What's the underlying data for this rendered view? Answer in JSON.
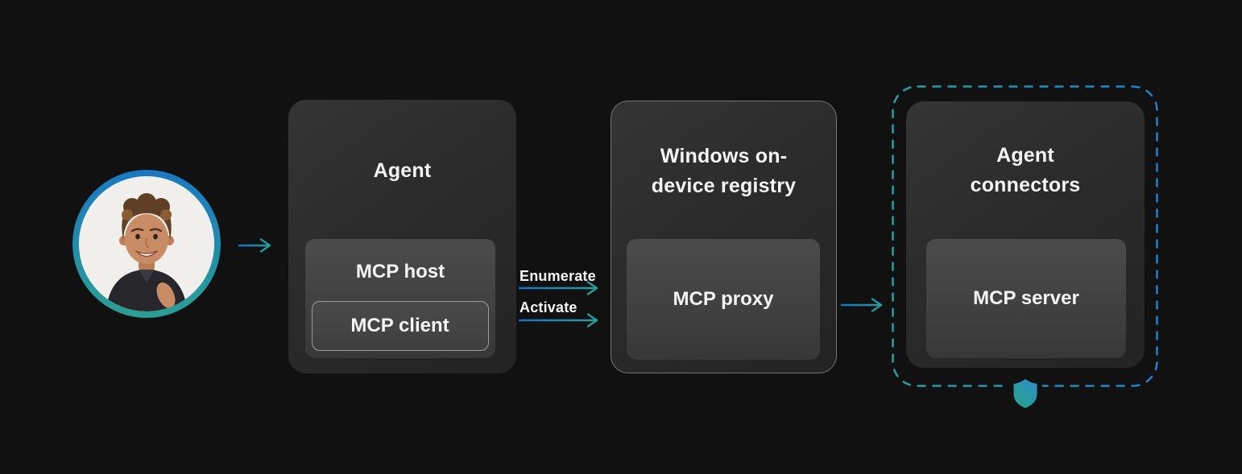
{
  "nodes": {
    "agent": {
      "title": "Agent",
      "host": "MCP host",
      "client": "MCP client"
    },
    "registry": {
      "title": "Windows on-device registry",
      "proxy": "MCP proxy"
    },
    "connectors": {
      "title": "Agent connectors",
      "server": "MCP server"
    }
  },
  "edges": {
    "enumerate_label": "Enumerate",
    "activate_label": "Activate"
  },
  "icons": {
    "shield": "security-shield-icon",
    "avatar": "user-avatar"
  },
  "colors": {
    "background": "#111112",
    "accent_blue": "#1878c4",
    "accent_teal": "#2aa094",
    "box_fill_dark": "#2b2b2b",
    "box_fill_light": "#424242",
    "box_border_light": "#9a9a9a",
    "registry_border": "#757575",
    "text": "#f4f4f4"
  }
}
